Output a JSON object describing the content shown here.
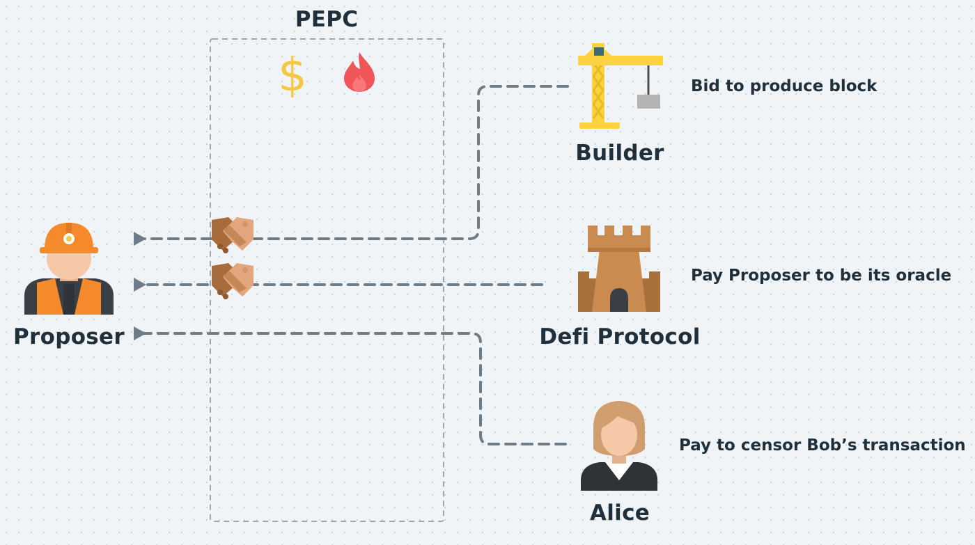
{
  "pepc": {
    "title": "PEPC"
  },
  "actors": {
    "proposer": "Proposer",
    "builder": "Builder",
    "defi_protocol": "Defi Protocol",
    "alice": "Alice"
  },
  "edges": {
    "builder": "Bid to produce block",
    "defi_protocol": "Pay Proposer to be its oracle",
    "alice": "Pay to censor Bob’s transaction"
  },
  "icons": {
    "pepc_symbols": [
      "dollar-sign-icon",
      "fire-icon"
    ],
    "proposer": "construction-worker-icon",
    "builder": "tower-crane-icon",
    "defi_protocol": "castle-tower-icon",
    "alice": "woman-avatar-icon",
    "agreements": [
      "handshake-icon",
      "handshake-icon"
    ]
  },
  "colors": {
    "background": "#f1f4f6",
    "text": "#1f2f3b",
    "arrow": "#6e7c88",
    "pepc_box": "#9aa6b1",
    "dollar": "#f6c744",
    "fire": "#f0555a",
    "proposer_helmet": "#f58a2d",
    "crane": "#fcd33f",
    "castle": "#c98b4f"
  }
}
